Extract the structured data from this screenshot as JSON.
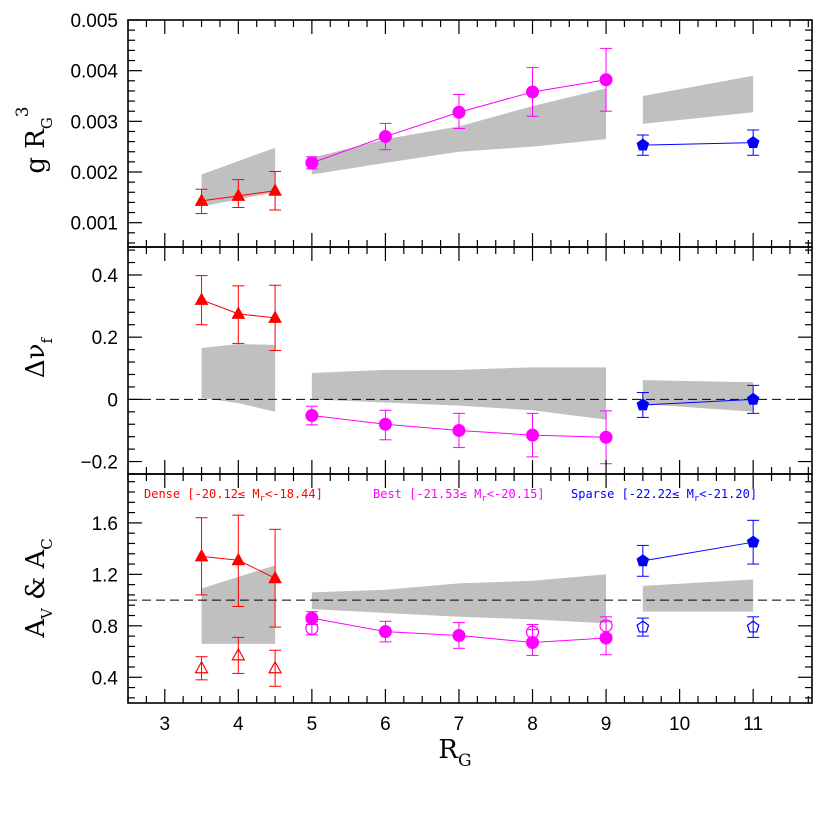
{
  "figure": {
    "xlabel_main": "R",
    "xlabel_sub": "G",
    "panels": [
      {
        "id": "top",
        "ylabel_parts": [
          "g  R",
          "G",
          "3"
        ]
      },
      {
        "id": "middle",
        "ylabel_parts": [
          "Δν",
          "f"
        ]
      },
      {
        "id": "bottom",
        "ylabel_parts": [
          "A",
          "V",
          " & A",
          "C"
        ]
      }
    ],
    "legend": [
      {
        "label": "Dense [-20.12≤ M",
        "sub": "r",
        "tail": "<-18.44]",
        "color": "#ff0000"
      },
      {
        "label": "Best [-21.53≤ M",
        "sub": "r",
        "tail": "<-20.15]",
        "color": "#ff00ff"
      },
      {
        "label": "Sparse [-22.22≤ M",
        "sub": "r",
        "tail": "<-21.20]",
        "color": "#0000ff"
      }
    ]
  },
  "chart_data": [
    {
      "type": "scatter",
      "panel": "top",
      "xlim": [
        2.5,
        11.8
      ],
      "ylim": [
        0.00052,
        0.005
      ],
      "x_ticks": [
        3,
        4,
        5,
        6,
        7,
        8,
        9,
        10,
        11
      ],
      "y_ticks": [
        0.001,
        0.002,
        0.003,
        0.004,
        0.005
      ],
      "y_tick_labels": [
        "0.001",
        "0.002",
        "0.003",
        "0.004",
        "0.005"
      ],
      "series": [
        {
          "group": "dense",
          "marker": "triangle",
          "filled": true,
          "color": "#ff0000",
          "x": [
            3.5,
            4,
            4.5
          ],
          "y": [
            0.00143,
            0.00153,
            0.00163
          ],
          "err_lo": [
            0.00025,
            0.00023,
            0.00038
          ],
          "err_hi": [
            0.00023,
            0.00032,
            0.00038
          ]
        },
        {
          "group": "best",
          "marker": "circle",
          "filled": true,
          "color": "#ff00ff",
          "x": [
            5,
            6,
            7,
            8,
            9
          ],
          "y": [
            0.00218,
            0.0027,
            0.00318,
            0.00358,
            0.00382
          ],
          "err_lo": [
            0.00012,
            0.00026,
            0.00032,
            0.00048,
            0.00062
          ],
          "err_hi": [
            0.00012,
            0.00026,
            0.00035,
            0.00048,
            0.00062
          ]
        },
        {
          "group": "sparse",
          "marker": "pentagon",
          "filled": true,
          "color": "#0000ff",
          "x": [
            9.5,
            11
          ],
          "y": [
            0.00253,
            0.00258
          ],
          "err_lo": [
            0.0002,
            0.00025
          ],
          "err_hi": [
            0.0002,
            0.00025
          ]
        }
      ],
      "bands": [
        {
          "x": [
            3.5,
            4.5
          ],
          "lower": [
            0.00132,
            0.0016
          ],
          "upper": [
            0.00195,
            0.00248
          ]
        },
        {
          "x": [
            5,
            6,
            7,
            8,
            9
          ],
          "lower": [
            0.00195,
            0.00218,
            0.0024,
            0.0025,
            0.00265
          ],
          "upper": [
            0.00228,
            0.00265,
            0.0029,
            0.0033,
            0.00365
          ]
        },
        {
          "x": [
            9.5,
            11
          ],
          "lower": [
            0.00295,
            0.00318
          ],
          "upper": [
            0.0035,
            0.0039
          ]
        }
      ]
    },
    {
      "type": "scatter",
      "panel": "middle",
      "xlim": [
        2.5,
        11.8
      ],
      "ylim": [
        -0.24,
        0.49
      ],
      "x_ticks": [
        3,
        4,
        5,
        6,
        7,
        8,
        9,
        10,
        11
      ],
      "y_ticks": [
        -0.2,
        0,
        0.2,
        0.4
      ],
      "y_tick_labels": [
        "−0.2",
        "0",
        "0.2",
        "0.4"
      ],
      "reference_line": 0,
      "series": [
        {
          "group": "dense",
          "marker": "triangle",
          "filled": true,
          "color": "#ff0000",
          "x": [
            3.5,
            4,
            4.5
          ],
          "y": [
            0.32,
            0.275,
            0.262
          ],
          "err_lo": [
            0.08,
            0.095,
            0.105
          ],
          "err_hi": [
            0.078,
            0.09,
            0.105
          ]
        },
        {
          "group": "best",
          "marker": "circle",
          "filled": true,
          "color": "#ff00ff",
          "x": [
            5,
            6,
            7,
            8,
            9
          ],
          "y": [
            -0.052,
            -0.08,
            -0.1,
            -0.115,
            -0.122
          ],
          "err_lo": [
            0.03,
            0.05,
            0.055,
            0.07,
            0.085
          ],
          "err_hi": [
            0.03,
            0.045,
            0.055,
            0.07,
            0.085
          ]
        },
        {
          "group": "sparse",
          "marker": "pentagon",
          "filled": true,
          "color": "#0000ff",
          "x": [
            9.5,
            11
          ],
          "y": [
            -0.018,
            0
          ],
          "err_lo": [
            0.04,
            0.045
          ],
          "err_hi": [
            0.04,
            0.045
          ]
        }
      ],
      "bands": [
        {
          "x": [
            3.5,
            4,
            4.5
          ],
          "lower": [
            0.005,
            -0.012,
            -0.04
          ],
          "upper": [
            0.165,
            0.178,
            0.175
          ]
        },
        {
          "x": [
            5,
            6,
            7,
            8,
            9
          ],
          "lower": [
            0.0,
            -0.01,
            -0.02,
            -0.035,
            -0.065
          ],
          "upper": [
            0.085,
            0.095,
            0.095,
            0.103,
            0.103
          ]
        },
        {
          "x": [
            9.5,
            11
          ],
          "lower": [
            -0.015,
            -0.04
          ],
          "upper": [
            0.062,
            0.055
          ]
        }
      ]
    },
    {
      "type": "scatter",
      "panel": "bottom",
      "xlim": [
        2.5,
        11.8
      ],
      "ylim": [
        0.2,
        1.98
      ],
      "x_ticks": [
        3,
        4,
        5,
        6,
        7,
        8,
        9,
        10,
        11
      ],
      "x_tick_labels": [
        "3",
        "4",
        "5",
        "6",
        "7",
        "8",
        "9",
        "10",
        "11"
      ],
      "y_ticks": [
        0.4,
        0.8,
        1.2,
        1.6
      ],
      "y_tick_labels": [
        "0.4",
        "0.8",
        "1.2",
        "1.6"
      ],
      "reference_line": 1,
      "series": [
        {
          "group": "dense",
          "quantity": "A_V",
          "marker": "triangle",
          "filled": true,
          "color": "#ff0000",
          "connect": true,
          "x": [
            3.5,
            4,
            4.5
          ],
          "y": [
            1.34,
            1.31,
            1.17
          ],
          "err_lo": [
            0.3,
            0.36,
            0.38
          ],
          "err_hi": [
            0.3,
            0.35,
            0.38
          ]
        },
        {
          "group": "dense",
          "quantity": "A_C",
          "marker": "triangle",
          "filled": false,
          "color": "#ff0000",
          "connect": false,
          "x": [
            3.5,
            4,
            4.5
          ],
          "y": [
            0.47,
            0.57,
            0.47
          ],
          "err_lo": [
            0.09,
            0.14,
            0.14
          ],
          "err_hi": [
            0.09,
            0.14,
            0.14
          ]
        },
        {
          "group": "best",
          "quantity": "A_V",
          "marker": "circle",
          "filled": true,
          "color": "#ff00ff",
          "connect": true,
          "x": [
            5,
            6,
            7,
            8,
            9
          ],
          "y": [
            0.86,
            0.755,
            0.725,
            0.67,
            0.705
          ],
          "err_lo": [
            0.05,
            0.08,
            0.1,
            0.1,
            0.13
          ],
          "err_hi": [
            0.05,
            0.08,
            0.1,
            0.1,
            0.13
          ]
        },
        {
          "group": "best",
          "quantity": "A_C",
          "marker": "circle",
          "filled": false,
          "color": "#ff00ff",
          "connect": false,
          "x": [
            5,
            8,
            9
          ],
          "y": [
            0.78,
            0.75,
            0.8
          ],
          "err_lo": [
            0.05,
            0.06,
            0.07
          ],
          "err_hi": [
            0.05,
            0.06,
            0.07
          ]
        },
        {
          "group": "sparse",
          "quantity": "A_V",
          "marker": "pentagon",
          "filled": true,
          "color": "#0000ff",
          "connect": true,
          "x": [
            9.5,
            11
          ],
          "y": [
            1.305,
            1.45
          ],
          "err_lo": [
            0.12,
            0.17
          ],
          "err_hi": [
            0.12,
            0.17
          ]
        },
        {
          "group": "sparse",
          "quantity": "A_C",
          "marker": "pentagon",
          "filled": false,
          "color": "#0000ff",
          "connect": false,
          "x": [
            9.5,
            11
          ],
          "y": [
            0.79,
            0.79
          ],
          "err_lo": [
            0.07,
            0.08
          ],
          "err_hi": [
            0.07,
            0.08
          ]
        }
      ],
      "bands": [
        {
          "x": [
            3.5,
            4.5
          ],
          "lower": [
            0.66,
            0.66
          ],
          "upper": [
            1.09,
            1.27
          ]
        },
        {
          "x": [
            5,
            6,
            7,
            8,
            9
          ],
          "lower": [
            0.93,
            0.9,
            0.87,
            0.85,
            0.82
          ],
          "upper": [
            1.06,
            1.08,
            1.13,
            1.15,
            1.2
          ]
        },
        {
          "x": [
            9.5,
            11
          ],
          "lower": [
            0.91,
            0.91
          ],
          "upper": [
            1.11,
            1.16
          ]
        }
      ]
    }
  ]
}
